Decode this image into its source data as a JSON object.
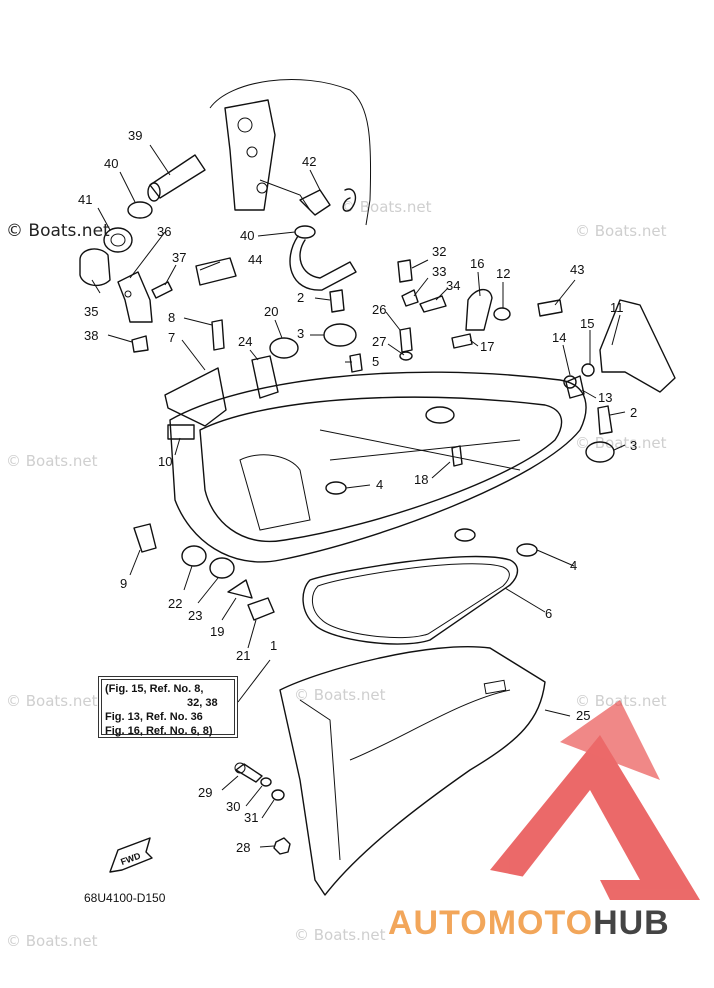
{
  "watermark": {
    "main": "© Boats.net",
    "faint": "© Boats.net"
  },
  "note_box": {
    "line1": "(Fig. 15, Ref. No. 8,",
    "line2": "32, 38",
    "line3": "Fig. 13, Ref. No. 36",
    "line4": "Fig. 16, Ref. No. 6, 8)"
  },
  "fwd_label": "FWD",
  "drawing_code": "68U4100-D150",
  "brand": {
    "part1": "AUTOMOTO",
    "part2": "HUB",
    "accent_color": "#f2a65a",
    "dark_color": "#444444",
    "logo_color": "#e8504f"
  },
  "callouts": [
    "1",
    "2",
    "2",
    "3",
    "3",
    "4",
    "4",
    "5",
    "6",
    "7",
    "8",
    "9",
    "10",
    "11",
    "12",
    "13",
    "14",
    "15",
    "16",
    "17",
    "18",
    "19",
    "20",
    "21",
    "22",
    "23",
    "24",
    "25",
    "26",
    "27",
    "28",
    "29",
    "30",
    "31",
    "32",
    "33",
    "34",
    "35",
    "36",
    "37",
    "38",
    "39",
    "40",
    "40",
    "41",
    "42",
    "43",
    "44"
  ]
}
